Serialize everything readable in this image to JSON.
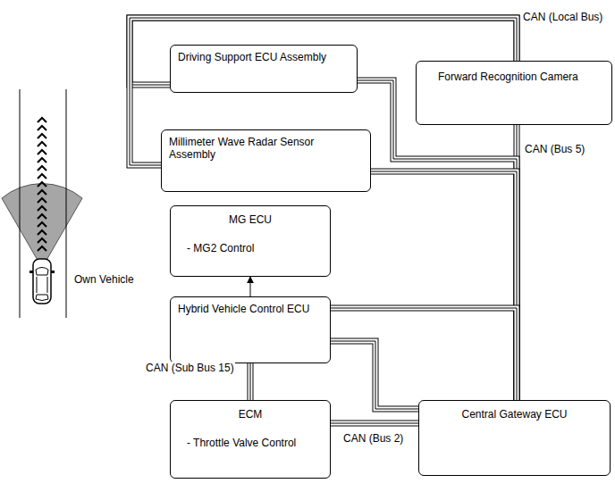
{
  "diagram": {
    "nodes": [
      {
        "text": [
          "Driving Support ECU Assembly"
        ]
      },
      {
        "text": [
          "Forward Recognition Camera"
        ]
      },
      {
        "text": [
          "Millimeter Wave Radar Sensor Assembly"
        ]
      },
      {
        "text": [
          "MG ECU",
          "- MG2 Control"
        ]
      },
      {
        "text": [
          "Hybrid Vehicle Control ECU"
        ]
      },
      {
        "text": [
          "ECM",
          "- Throttle Valve Control"
        ]
      },
      {
        "text": [
          "Central Gateway ECU"
        ]
      }
    ],
    "edges": [
      {
        "from": 0,
        "to": 1,
        "label": "CAN (Local Bus)",
        "arrow": "none"
      },
      {
        "from": 2,
        "to": 1,
        "arrow": "none"
      },
      {
        "from": 1,
        "to": 6,
        "label": "CAN (Bus 5)",
        "arrow": "none"
      },
      {
        "from": 0,
        "to": 6,
        "arrow": "none"
      },
      {
        "from": 2,
        "to": 6,
        "arrow": "none"
      },
      {
        "from": 4,
        "to": 6,
        "arrow": "none"
      },
      {
        "from": 4,
        "to": 3,
        "arrow": "to"
      },
      {
        "from": 4,
        "to": 5,
        "label": "CAN (Sub Bus 15)",
        "arrow": "none"
      },
      {
        "from": 5,
        "to": 6,
        "label": "CAN (Bus 2)",
        "arrow": "none"
      },
      {
        "from": 4,
        "to": 6,
        "arrow": "none"
      }
    ],
    "labels": [
      "Own Vehicle"
    ]
  }
}
